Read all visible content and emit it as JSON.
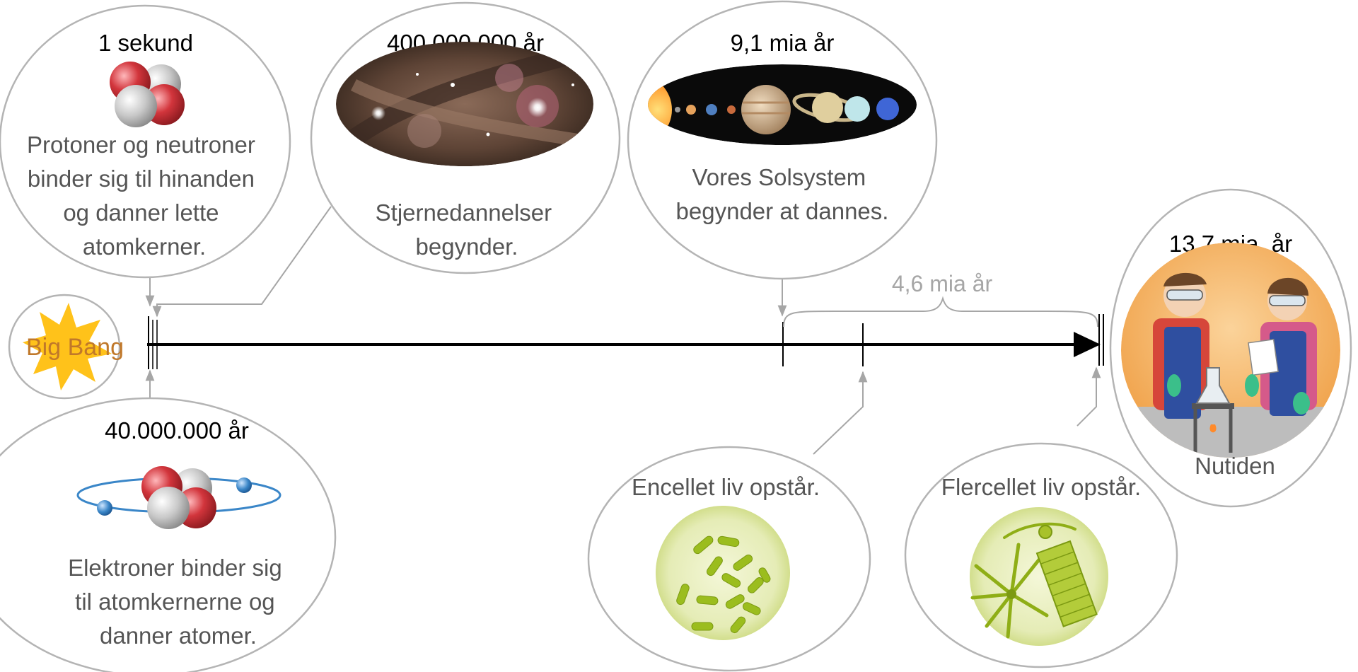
{
  "big_bang": {
    "label": "Big Bang"
  },
  "events": {
    "one_second": {
      "time": "1 sekund",
      "lines": [
        "Protoner og neutroner",
        "binder sig til hinanden",
        "og danner lette",
        "atomkerner."
      ]
    },
    "forty_million": {
      "time": "40.000.000 år",
      "lines": [
        "Elektroner binder sig",
        "til atomkernerne og",
        "danner atomer."
      ]
    },
    "four_hundred_million": {
      "time": "400.000.000 år",
      "lines": [
        "Stjernedannelser",
        "begynder."
      ]
    },
    "nine_point_one_billion": {
      "time": "9,1 mia år",
      "lines": [
        "Vores Solsystem",
        "begynder at dannes."
      ]
    },
    "single_cell": {
      "lines": [
        "Encellet liv opstår."
      ]
    },
    "multi_cell": {
      "lines": [
        "Flercellet liv opstår."
      ]
    },
    "present": {
      "time": "13,7 mia. år",
      "lines": [
        "Nutiden"
      ]
    }
  },
  "brace": {
    "label": "4,6 mia år"
  },
  "colors": {
    "circle_stroke": "#b4b4b4",
    "connector": "#a6a6a6",
    "timeline": "#000000",
    "body_text": "#555555",
    "time_text": "#000000",
    "big_bang_star": "#ffc21a",
    "big_bang_text": "#c0782a",
    "proton": "#c93339",
    "neutron": "#c9c9c9",
    "electron": "#3a86c8",
    "cell": "#9bbd1e"
  }
}
